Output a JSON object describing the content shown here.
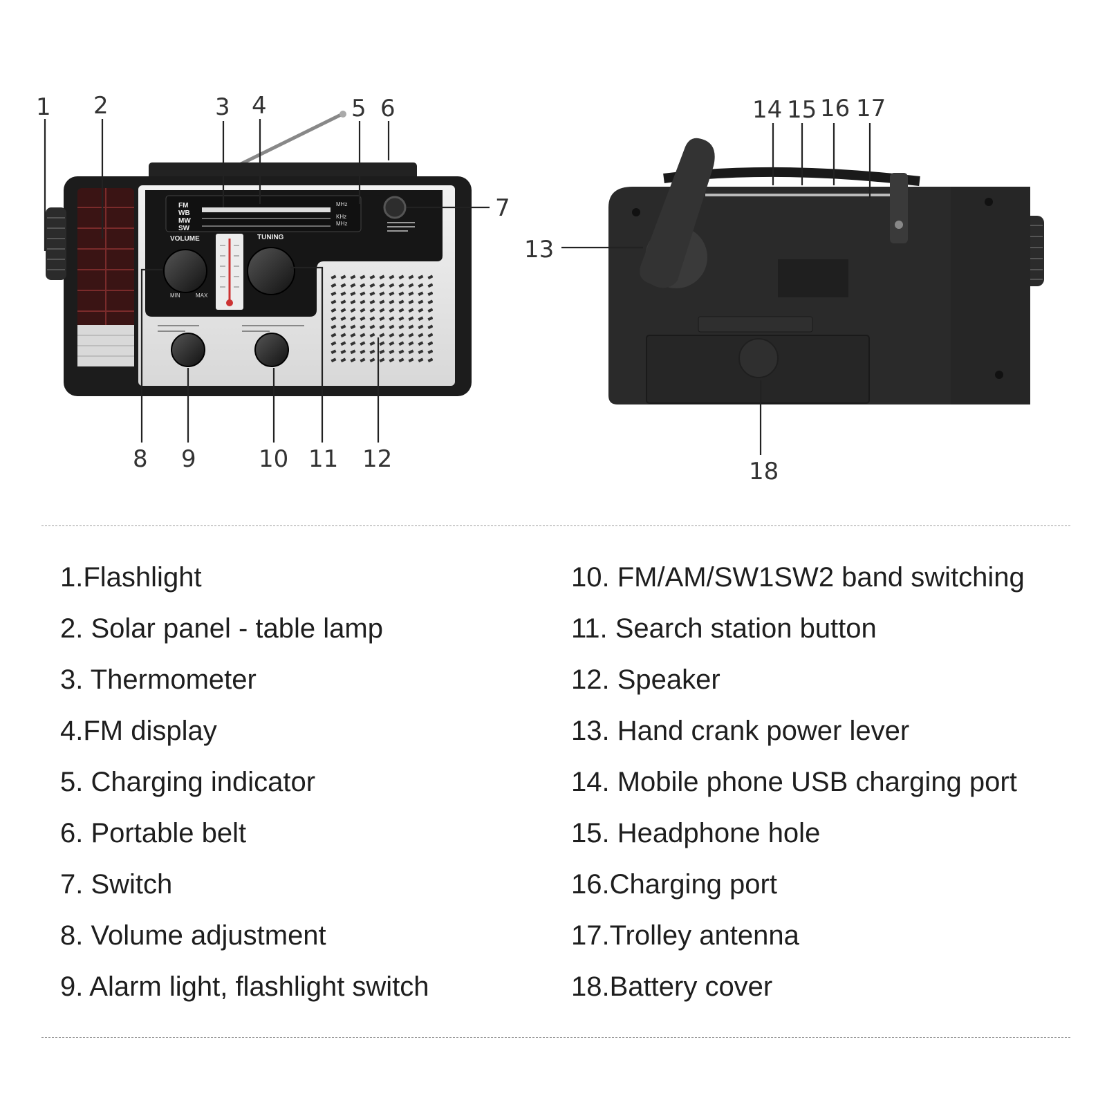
{
  "callouts": [
    "1",
    "2",
    "3",
    "4",
    "5",
    "6",
    "7",
    "8",
    "9",
    "10",
    "11",
    "12",
    "13",
    "14",
    "15",
    "16",
    "17",
    "18"
  ],
  "radio_front": {
    "band_labels": [
      "FM",
      "WB",
      "MW",
      "SW"
    ],
    "unit_labels": [
      "MHz",
      "KHz",
      "MHz"
    ],
    "volume_label": "VOLUME",
    "tuning_label": "TUNING",
    "min_label": "MIN",
    "max_label": "MAX"
  },
  "legend_left": [
    "1.Flashlight",
    "2. Solar panel - table lamp",
    "3. Thermometer",
    "4.FM display",
    "5. Charging indicator",
    "6. Portable belt",
    "7. Switch",
    "8. Volume adjustment",
    "9. Alarm light, flashlight switch"
  ],
  "legend_right": [
    "10. FM/AM/SW1SW2 band switching",
    "11. Search station button",
    "12. Speaker",
    "13. Hand crank power lever",
    "14. Mobile phone USB charging port",
    "15. Headphone hole",
    "16.Charging port",
    "17.Trolley antenna",
    "18.Battery cover"
  ],
  "colors": {
    "body_dark": "#1c1c1c",
    "body_light": "#e6e6e6",
    "back_body": "#2a2a2a",
    "text": "#1e1e1e"
  }
}
